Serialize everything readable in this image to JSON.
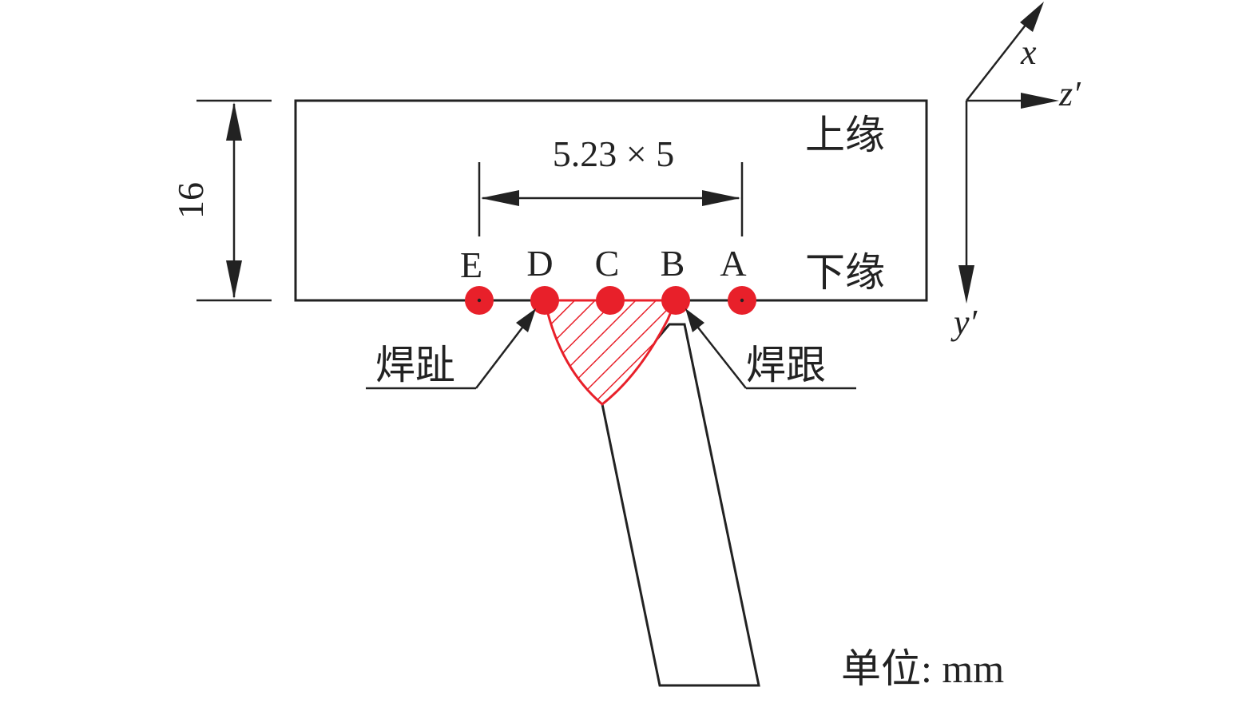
{
  "dimension": {
    "height_label": "16",
    "spacing_label": "5.23 × 5"
  },
  "regions": {
    "upper_edge": "上缘",
    "lower_edge": "下缘"
  },
  "points": [
    {
      "label": "E",
      "name": "point-e"
    },
    {
      "label": "D",
      "name": "point-d"
    },
    {
      "label": "C",
      "name": "point-c"
    },
    {
      "label": "B",
      "name": "point-b"
    },
    {
      "label": "A",
      "name": "point-a"
    }
  ],
  "callouts": {
    "weld_toe": "焊趾",
    "weld_root": "焊跟"
  },
  "axes": {
    "x": "x",
    "z_prime": "z′",
    "y_prime": "y′"
  },
  "unit_label": "单位: mm",
  "colors": {
    "weld": "#e8202a",
    "line": "#222222"
  }
}
